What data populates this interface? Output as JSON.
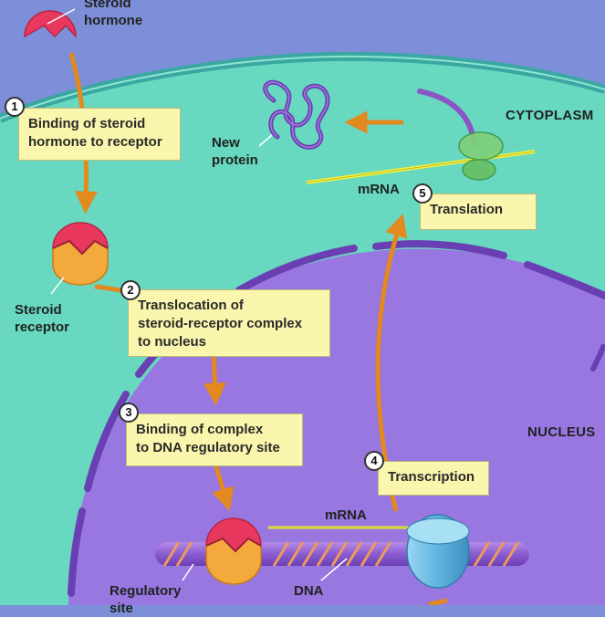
{
  "regions": {
    "cytoplasm": "CYTOPLASM",
    "nucleus": "NUCLEUS"
  },
  "labels": {
    "steroid_hormone": "Steroid\nhormone",
    "steroid_receptor": "Steroid\nreceptor",
    "new_protein": "New\nprotein",
    "mrna_top": "mRNA",
    "mrna_bottom": "mRNA",
    "dna": "DNA",
    "regulatory_site": "Regulatory\nsite"
  },
  "steps": [
    {
      "number": "1",
      "text": "Binding of steroid\nhormone to receptor"
    },
    {
      "number": "2",
      "text": "Translocation of\nsteroid-receptor complex\nto nucleus"
    },
    {
      "number": "3",
      "text": "Binding of complex\nto DNA regulatory site"
    },
    {
      "number": "4",
      "text": "Transcription"
    },
    {
      "number": "5",
      "text": "Translation"
    }
  ],
  "colors": {
    "extracellular": "#7d8fd8",
    "cytoplasm": "#68d8c0",
    "cell_membrane": "#3aa7a2",
    "nucleus": "#9877e0",
    "nuclear_envelope": "#6a3fb3",
    "hormone": "#e8385e",
    "receptor": "#f4a93c",
    "arrow": "#e2891f",
    "mrna": "#f1f03c",
    "ribosome": "#7fd07a",
    "protein": "#8b55c6",
    "polymerase": "#5fb4e0",
    "dna": "#ec9a5c"
  }
}
